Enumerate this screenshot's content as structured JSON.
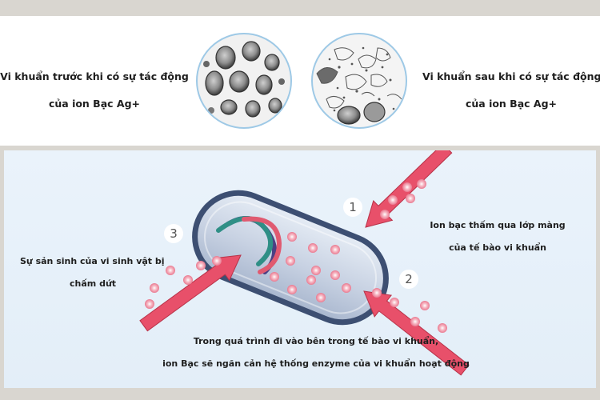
{
  "before": {
    "caption_line1": "Vi khuẩn trước khi có sự tác động",
    "caption_line2": "của ion Bạc Ag+"
  },
  "after": {
    "caption_line1": "Vi khuẩn sau khi có sự tác động",
    "caption_line2": "của ion Bạc Ag+"
  },
  "steps": [
    {
      "number": "1",
      "line1": "Ion bạc thấm qua lớp màng",
      "line2": "của tế bào vi khuẩn"
    },
    {
      "number": "2",
      "line1": "Trong quá trình đi vào bên trong tế bào vi khuẩn,",
      "line2": "ion Bạc sẽ ngăn cản hệ thống enzyme của vi khuẩn hoạt động"
    },
    {
      "number": "3",
      "line1": "Sự sản sinh của vi sinh vật bị",
      "line2": "chấm dứt"
    }
  ],
  "colors": {
    "arrow": "#e8506a",
    "ion": "#f4a8b6",
    "cell_fill": "#c9d3e3",
    "cell_edge": "#3d4f72",
    "panel_bg": "#e6f0f9"
  },
  "icons": [
    "bacteria-before-micrograph",
    "bacteria-after-micrograph",
    "bacterium-cell",
    "silver-ion-dot",
    "arrow"
  ]
}
